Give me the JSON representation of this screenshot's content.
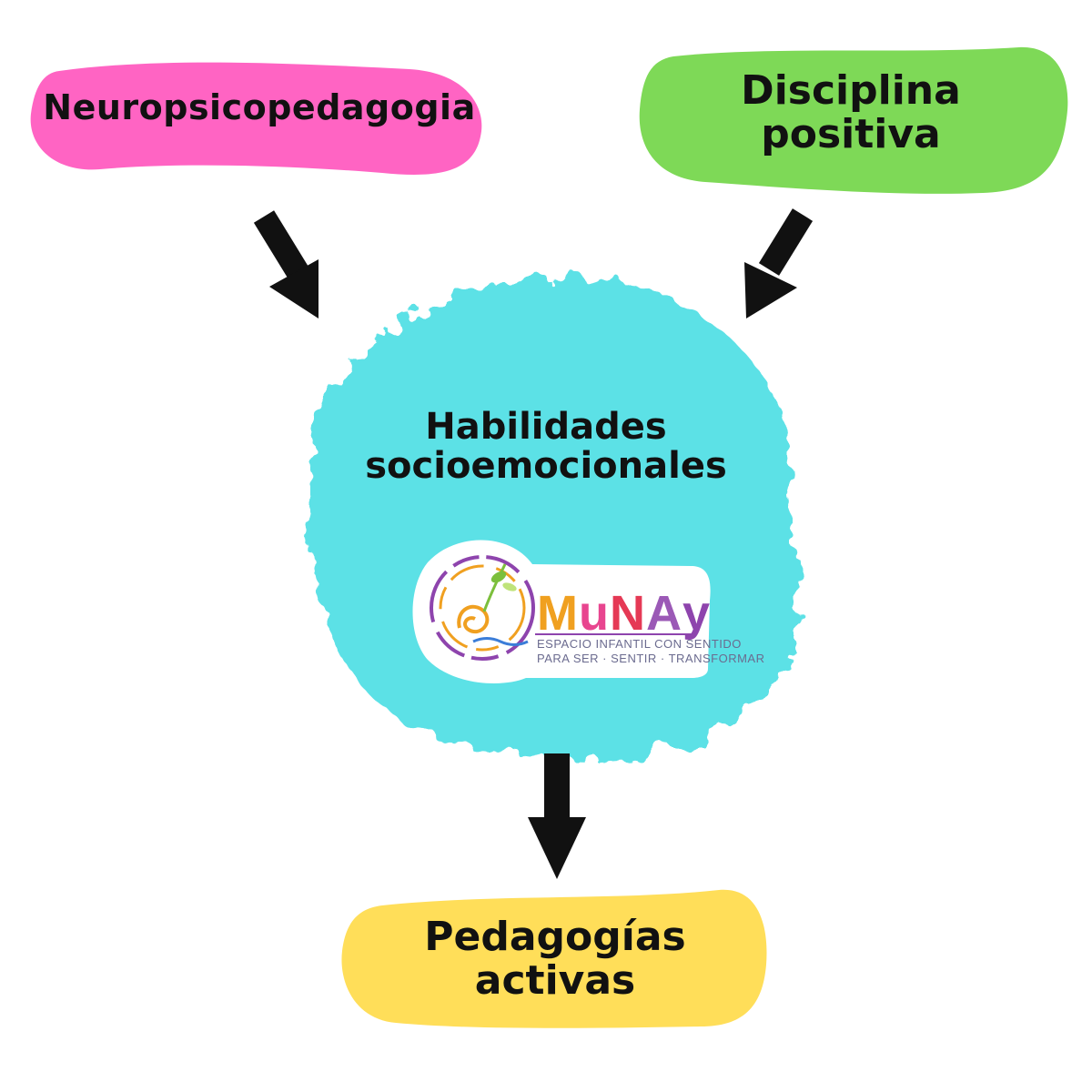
{
  "nodes": {
    "neuro": "Neuropsicopedagogia",
    "disciplina": [
      "Disciplina",
      "positiva"
    ],
    "habilidades": [
      "Habilidades",
      "socioemocionales"
    ],
    "pedagogias": [
      "Pedagogías",
      "activas"
    ]
  },
  "logo": {
    "name_letters": [
      "M",
      "u",
      "N",
      "A",
      "y"
    ],
    "tagline_1": "ESPACIO INFANTIL CON SENTIDO",
    "tagline_2": "PARA SER · SENTIR · TRANSFORMAR"
  },
  "colors": {
    "neuro_fill": "#ff64c3",
    "disciplina_fill": "#7ed957",
    "habilidades_fill": "#5ce1e6",
    "pedagogias_fill": "#ffde59",
    "arrow": "#111111",
    "text": "#111111",
    "logo_letters": [
      "#f0a020",
      "#e8458f",
      "#e53955",
      "#9b59b6",
      "#8e44ad"
    ]
  }
}
